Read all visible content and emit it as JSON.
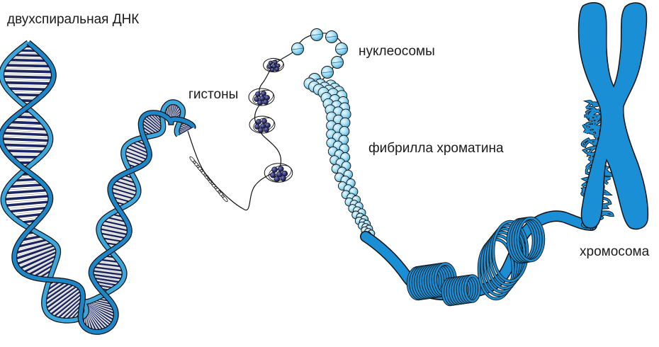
{
  "labels": {
    "dna": "двухспиральная ДНК",
    "histones": "гистоны",
    "nucleosomes": "нуклеосомы",
    "fibril": "фибрилла хроматина",
    "chromosome": "хромосома"
  },
  "colors": {
    "strand_light": "#3aa6dc",
    "strand_mid": "#1d86c8",
    "base_dark": "#1f2a6b",
    "bead_light": "#9fdcf2",
    "histone": "#2c2f6e",
    "chromosome": "#1b8fd6",
    "outline": "#111111"
  }
}
